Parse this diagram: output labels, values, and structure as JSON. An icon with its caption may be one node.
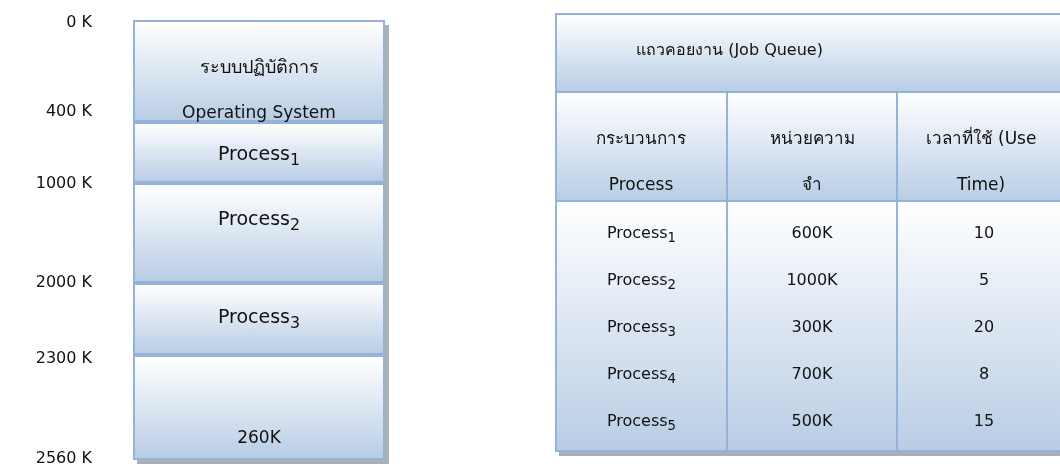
{
  "diagram": {
    "nodes": [
      {
        "text": [
          "ระบบปฏิบัติการ",
          "Operating System"
        ]
      },
      {
        "text": [
          "Process$_{1}$"
        ]
      },
      {
        "text": [
          "Process$_{2}$"
        ]
      },
      {
        "text": [
          "Process$_{3}$"
        ]
      },
      {
        "text": [
          "260K"
        ]
      }
    ],
    "edges": [],
    "labels": [
      "0 K",
      "400 K",
      "1000 K",
      "2000 K",
      "2300 K",
      "2560 K",
      "แถวคอยงาน (Job Queue)",
      "กระบวนการ Process",
      "หน่วยความจำ",
      "เวลาที่ใช้ (Use Time)",
      "Process$_{1}$",
      "600K",
      "10",
      "Process$_{2}$",
      "1000K",
      "5",
      "Process$_{3}$",
      "300K",
      "20",
      "Process$_{4}$",
      "700K",
      "8",
      "Process$_{5}$",
      "500K",
      "15"
    ]
  }
}
